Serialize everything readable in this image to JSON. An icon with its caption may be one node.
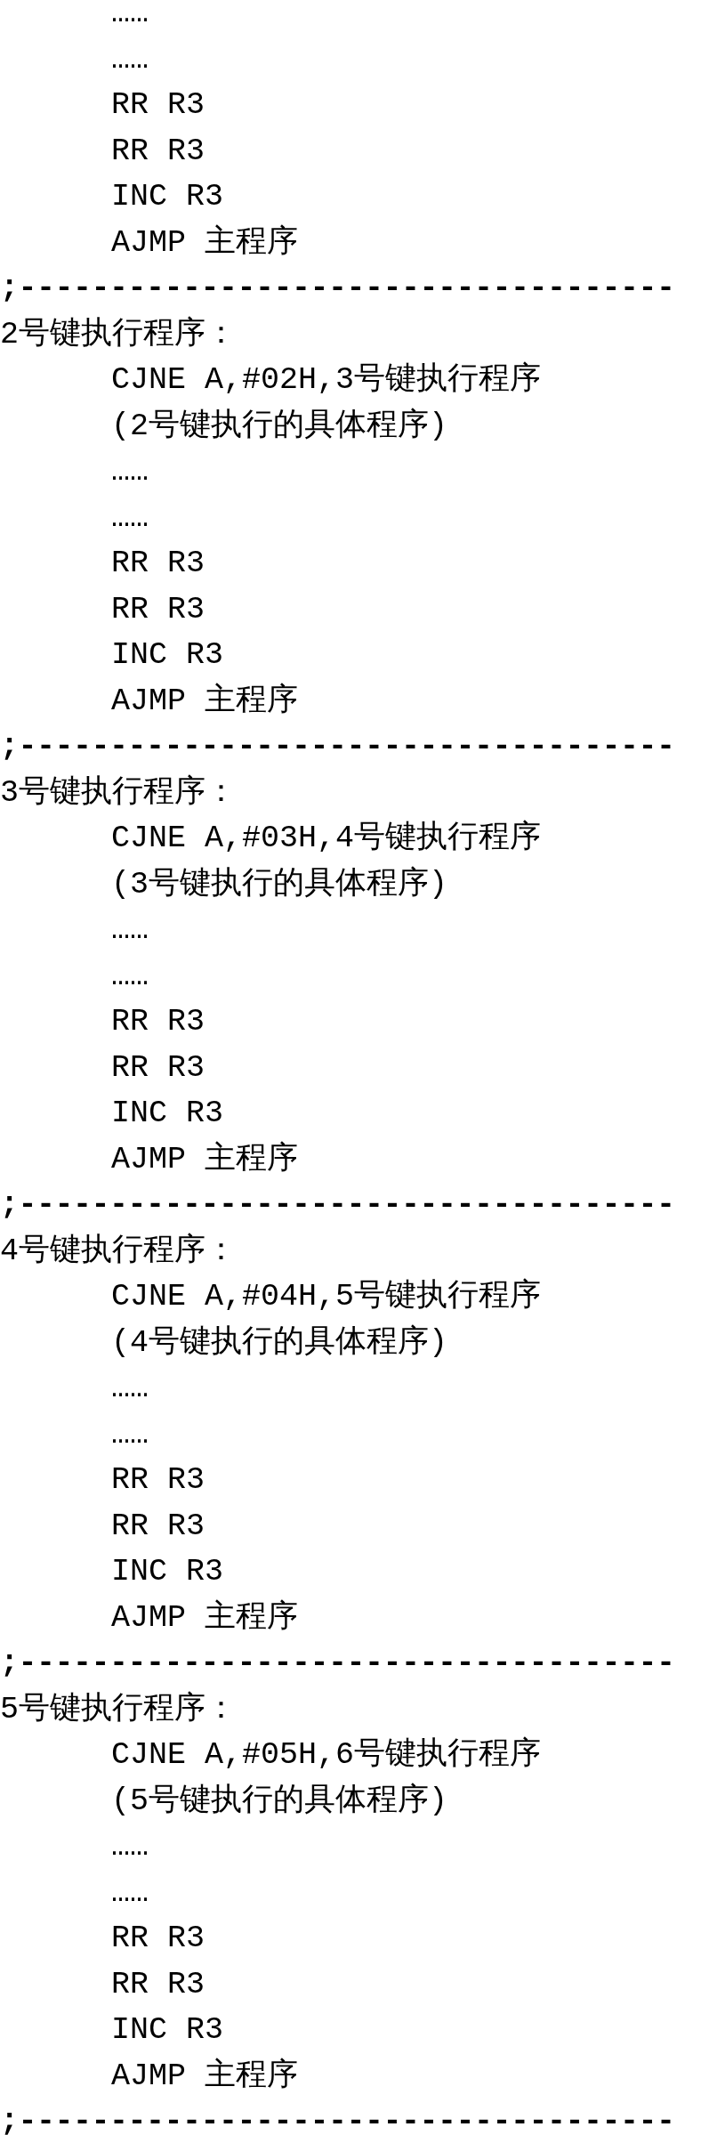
{
  "diagram": {
    "labels": [
      "……",
      "……",
      "RR R3",
      "RR R3",
      "INC R3",
      "AJMP 主程序",
      ";------------------------------------",
      "2号键执行程序：",
      "CJNE A,#02H,3号键执行程序",
      "(2号键执行的具体程序)",
      "……",
      "……",
      "RR R3",
      "RR R3",
      "INC R3",
      "AJMP 主程序",
      ";------------------------------------",
      "3号键执行程序：",
      "CJNE A,#03H,4号键执行程序",
      "(3号键执行的具体程序)",
      "……",
      "……",
      "RR R3",
      "RR R3",
      "INC R3",
      "AJMP 主程序",
      ";------------------------------------",
      "4号键执行程序：",
      "CJNE A,#04H,5号键执行程序",
      "(4号键执行的具体程序)",
      "……",
      "……",
      "RR R3",
      "RR R3",
      "INC R3",
      "AJMP 主程序",
      ";------------------------------------",
      "5号键执行程序：",
      "CJNE A,#05H,6号键执行程序",
      "(5号键执行的具体程序)",
      "……",
      "……",
      "RR R3",
      "RR R3",
      "INC R3",
      "AJMP 主程序",
      ";------------------------------------"
    ]
  }
}
